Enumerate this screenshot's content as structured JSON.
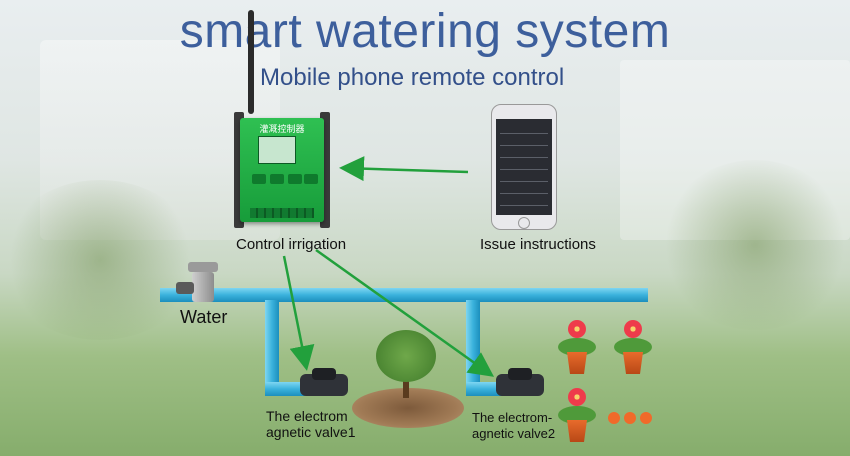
{
  "title": "smart watering system",
  "subtitle": "Mobile phone remote control",
  "labels": {
    "control": "Control irrigation",
    "issue": "Issue instructions",
    "water": "Water",
    "valve1_line1": "The electrom",
    "valve1_line2": "agnetic valve1",
    "valve2_line1": "The electrom-",
    "valve2_line2": "agnetic valve2"
  },
  "controller": {
    "title": "灌溉控制器"
  },
  "colors": {
    "title": "#3d5f9c",
    "arrow": "#22a03c",
    "pipe": "#3ab2dc",
    "controller": "#1fae46"
  },
  "icons": [
    "controller-device-icon",
    "antenna-icon",
    "phone-icon",
    "water-tap-icon",
    "solenoid-valve-icon",
    "tree-icon",
    "flower-pot-icon"
  ]
}
